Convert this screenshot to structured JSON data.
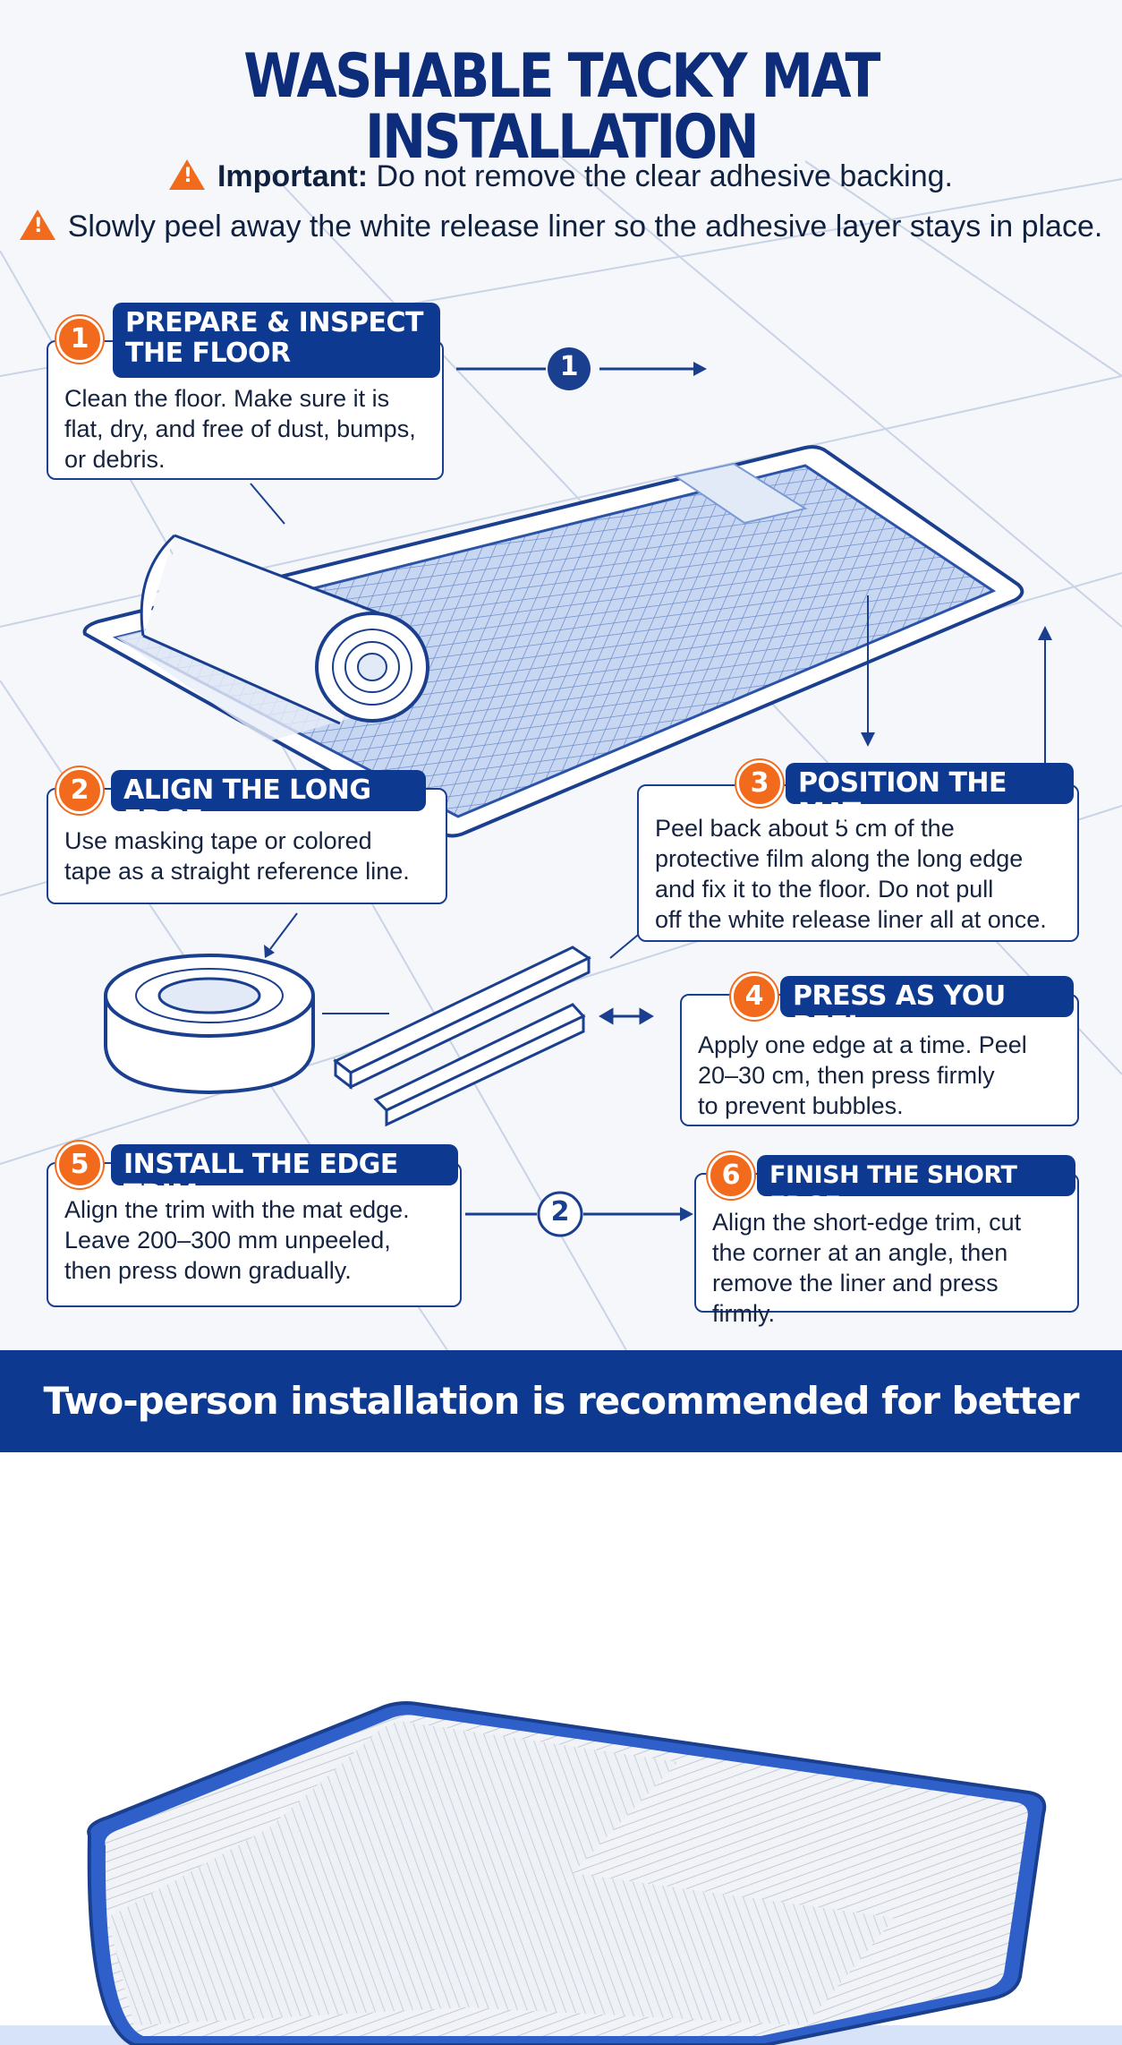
{
  "title": "WASHABLE TACKY MAT INSTALLATION",
  "warnings": [
    {
      "bold": "Important:",
      "text": " Do not remove the clear adhesive backing."
    },
    {
      "bold": "",
      "text": "Slowly peel away the white release liner so the adhesive layer stays in place."
    }
  ],
  "steps": [
    {
      "num": "1",
      "title_line1": "PREPARE & INSPECT",
      "title_line2": "THE FLOOR",
      "body": [
        "Clean the floor. Make sure it is",
        "flat, dry, and free of dust, bumps,",
        "or debris."
      ]
    },
    {
      "num": "2",
      "title": "ALIGN THE LONG EDGE",
      "body": [
        "Use masking tape or colored",
        "tape as a straight reference line."
      ]
    },
    {
      "num": "3",
      "title": "POSITION THE MAT",
      "body": [
        "Peel back about 5 cm of the",
        "protective film along the long edge",
        "and fix it to the floor. Do not pull",
        "off the white release liner all at once."
      ]
    },
    {
      "num": "4",
      "title": "PRESS AS YOU PEEL",
      "body": [
        "Apply one edge at a time. Peel",
        "20–30 cm, then press firmly",
        "to prevent bubbles."
      ]
    },
    {
      "num": "5",
      "title": "INSTALL THE EDGE TRIM",
      "body": [
        "Align the trim with the mat edge.",
        "Leave 200–300 mm unpeeled,",
        "then press down gradually."
      ]
    },
    {
      "num": "6",
      "title": "FINISH THE SHORT EDGE",
      "body": [
        "Align the short-edge trim, cut",
        "the corner at an angle, then",
        "remove the liner and press firmly."
      ]
    }
  ],
  "flow_markers": [
    "1",
    "2"
  ],
  "banner": "Two-person installation is recommended for better alignment.",
  "colors": {
    "navy": "#0d3991",
    "orange": "#f26b1d",
    "mat_blue": "#7a9ad6"
  },
  "icons": [
    "warning-icon",
    "arrow-right-icon",
    "arrow-down-icon",
    "arrow-up-icon",
    "double-arrow-icon"
  ]
}
